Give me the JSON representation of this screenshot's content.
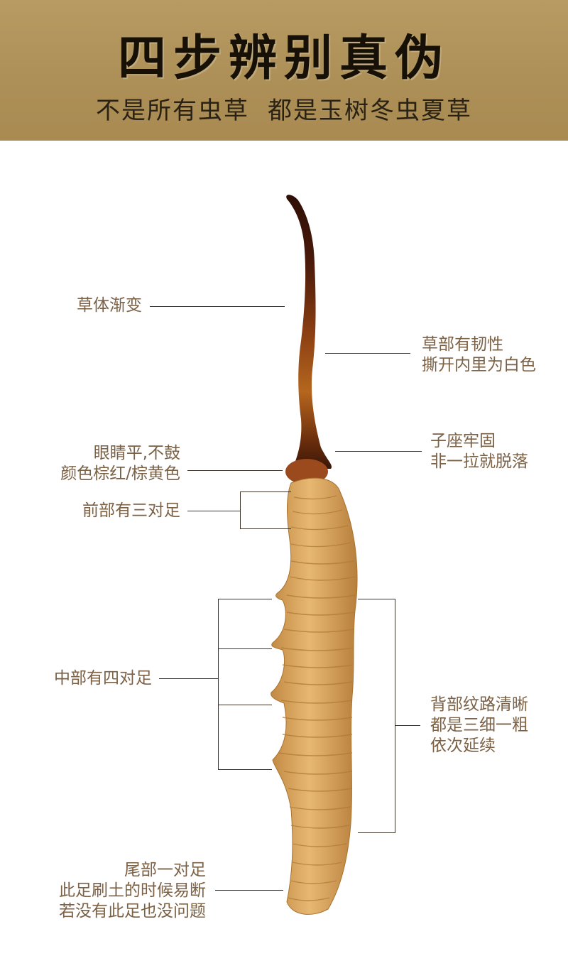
{
  "header": {
    "title": "四步辨别真伪",
    "subtitle_part1": "不是所有虫草",
    "subtitle_part2": "都是玉树冬虫夏草"
  },
  "annotations": {
    "stem_gradient": "草体渐变",
    "stem_tough": [
      "草部有韧性",
      "撕开内里为白色"
    ],
    "stroma_firm": [
      "子座牢固",
      "非一拉就脱落"
    ],
    "eyes": [
      "眼睛平,不鼓",
      "颜色棕红/棕黄色"
    ],
    "front_feet": "前部有三对足",
    "middle_feet": "中部有四对足",
    "back_pattern": [
      "背部纹路清晰",
      "都是三细一粗",
      "依次延续"
    ],
    "tail_feet": [
      "尾部一对足",
      "此足刷土的时候易断",
      "若没有此足也没问题"
    ]
  },
  "colors": {
    "banner": "#ad9057",
    "label_text": "#7b6146",
    "stem_dark": "#3a1208",
    "body_gold": "#d9a760"
  }
}
